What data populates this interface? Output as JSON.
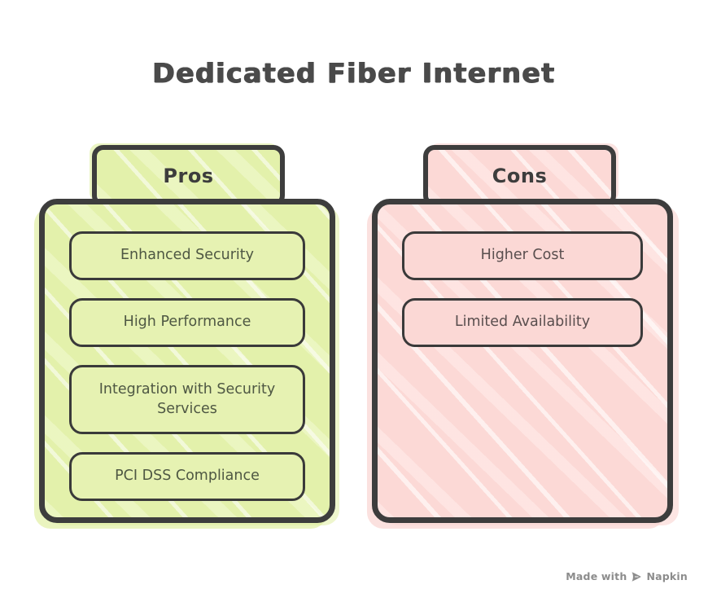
{
  "title": "Dedicated Fiber Internet",
  "pros": {
    "label": "Pros",
    "items": [
      "Enhanced Security",
      "High Performance",
      "Integration with Security Services",
      "PCI DSS Compliance"
    ],
    "fill_color": "#e3f1ab",
    "border_color": "#3d3d3d",
    "text_color": "#4e5743"
  },
  "cons": {
    "label": "Cons",
    "items": [
      "Higher Cost",
      "Limited Availability"
    ],
    "fill_color": "#fcd9d6",
    "border_color": "#3d3d3d",
    "text_color": "#594e4e"
  },
  "watermark": {
    "prefix": "Made with",
    "brand": "Napkin",
    "color": "#8c8c8c"
  }
}
